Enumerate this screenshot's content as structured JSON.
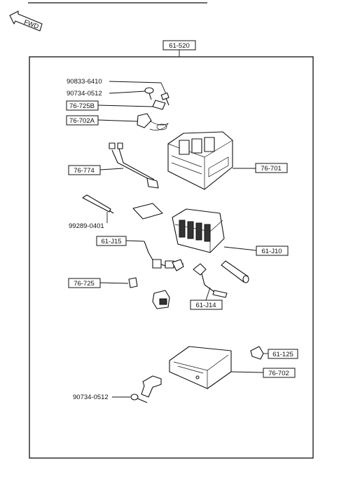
{
  "header": {
    "fwd_label": "FWD"
  },
  "assembly": {
    "code": "61-520"
  },
  "labels": {
    "screw_top": "90833-6410",
    "screw_mid": "90734-0512",
    "boxed_725b": "76-725B",
    "boxed_702a": "76-702A",
    "boxed_774": "76-774",
    "boxed_701": "76-701",
    "plain_99289": "99289-0401",
    "boxed_j15": "61-J15",
    "boxed_j10": "61-J10",
    "boxed_725": "76-725",
    "boxed_j14": "61-J14",
    "boxed_125": "61-125",
    "boxed_702": "76-702",
    "screw_bottom": "90734-0512"
  }
}
